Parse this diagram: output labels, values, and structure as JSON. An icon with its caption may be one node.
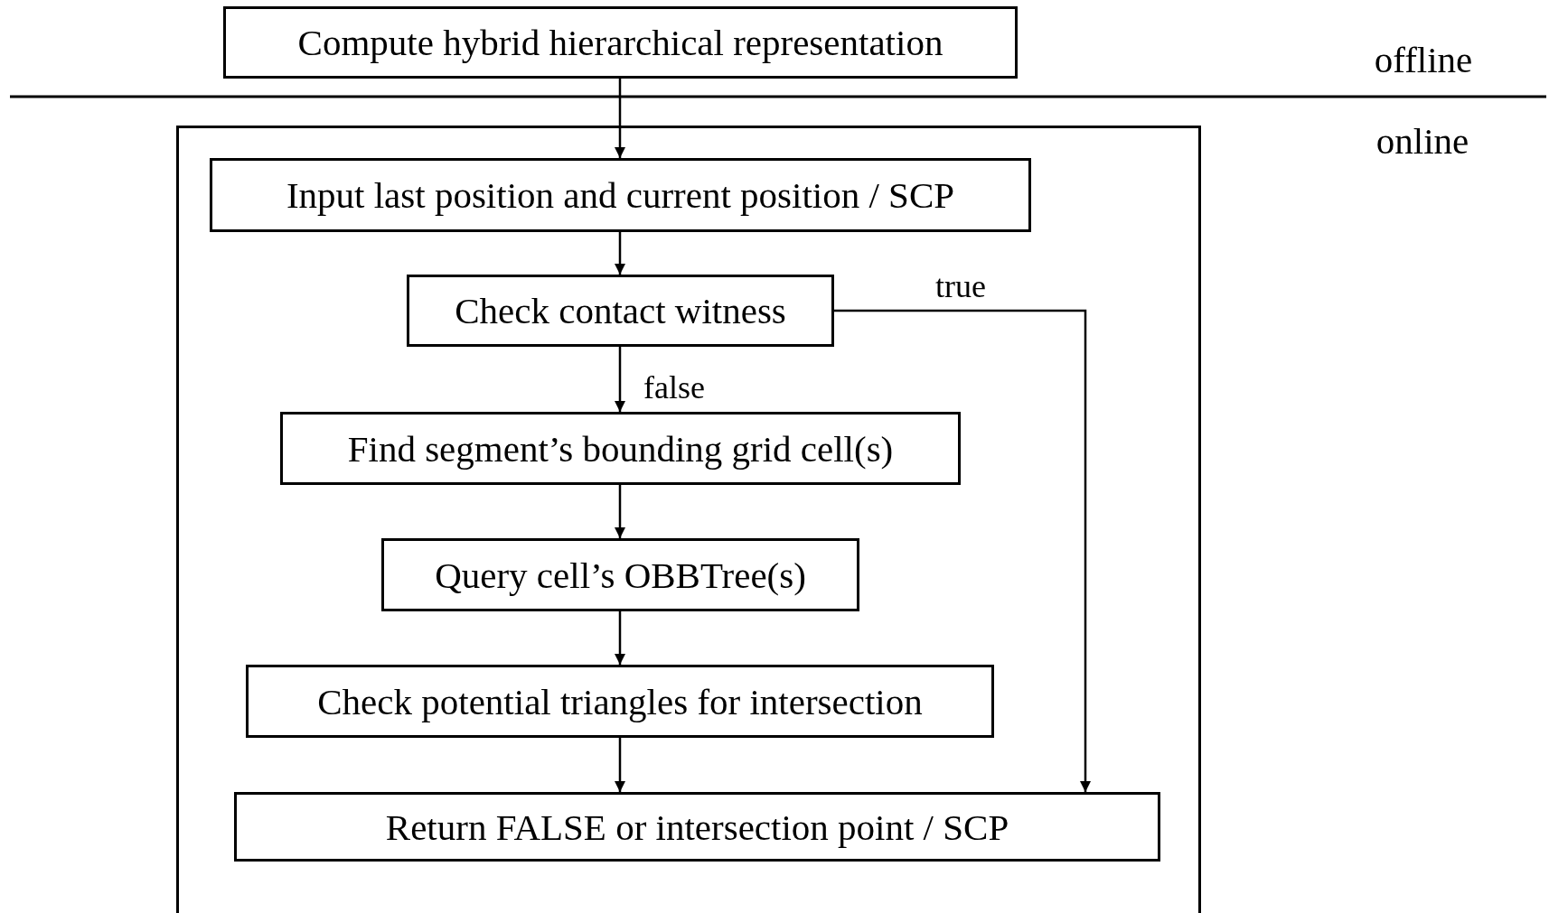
{
  "diagram": {
    "nodes": [
      {
        "text": [
          "Compute hybrid hierarchical representation"
        ]
      },
      {
        "text": [],
        "shape": "box"
      },
      {
        "text": [
          "Input last position and current position / SCP"
        ],
        "in": 1
      },
      {
        "text": [
          "Check contact witness"
        ],
        "in": 1
      },
      {
        "text": [
          "Find segment’s bounding grid cell(s)"
        ],
        "in": 1
      },
      {
        "text": [
          "Query cell’s OBBTree(s)"
        ],
        "in": 1
      },
      {
        "text": [
          "Check potential triangles for intersection"
        ],
        "in": 1
      },
      {
        "text": [
          "Return FALSE or intersection point / SCP"
        ],
        "in": 1
      }
    ],
    "edges": [
      {
        "from": 0,
        "to": 2,
        "arrow": "to"
      },
      {
        "from": 2,
        "to": 3,
        "arrow": "to"
      },
      {
        "from": 3,
        "to": 4,
        "arrow": "to",
        "label": "false"
      },
      {
        "from": 4,
        "to": 5,
        "arrow": "to"
      },
      {
        "from": 5,
        "to": 6,
        "arrow": "to"
      },
      {
        "from": 6,
        "to": 7,
        "arrow": "to"
      },
      {
        "from": 3,
        "to": 7,
        "arrow": "to",
        "label": "true"
      }
    ],
    "labels": [
      "offline",
      "online"
    ]
  }
}
